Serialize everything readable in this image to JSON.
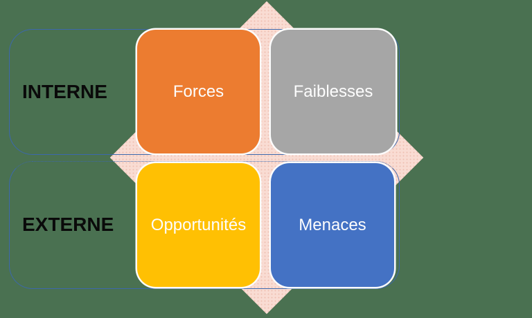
{
  "diagram": {
    "kind": "swot-matrix",
    "rows": [
      {
        "label": "INTERNE",
        "cells": [
          {
            "label": "Forces",
            "color": "#EC7C30"
          },
          {
            "label": "Faiblesses",
            "color": "#A6A6A6"
          }
        ]
      },
      {
        "label": "EXTERNE",
        "cells": [
          {
            "label": "Opportunités",
            "color": "#FFC003"
          },
          {
            "label": "Menaces",
            "color": "#4472C4"
          }
        ]
      }
    ],
    "colors": {
      "background": "#4A7151",
      "diamond": "#F9DCD3",
      "outline": "#3C68AD",
      "row_label_text": "#0A0A0A",
      "cell_label_text": "#FDFDFD",
      "cell_stroke": "#FCFCFC"
    }
  }
}
